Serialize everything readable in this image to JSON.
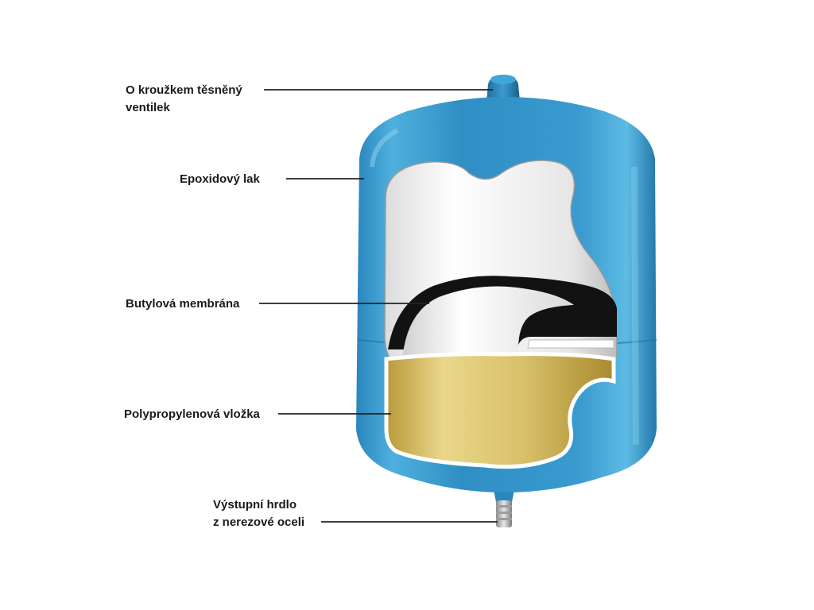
{
  "labels": {
    "valve": [
      "O kroužkem těsněný",
      "ventilek"
    ],
    "epoxy": "Epoxidový lak",
    "membrane": "Butylová membrána",
    "liner": "Polypropylenová vložka",
    "outlet": [
      "Výstupní hrdlo",
      "z nerezové oceli"
    ]
  },
  "colors": {
    "tank_blue": "#2f8fc4",
    "tank_blue_light": "#6cc3e8",
    "tank_blue_dark": "#1f6f9e",
    "air_white": "#f2f2f2",
    "membrane_black": "#111111",
    "liner_gold": "#e3cf7e",
    "liner_gold_dark": "#b89c3c",
    "leader_line": "#222222"
  }
}
